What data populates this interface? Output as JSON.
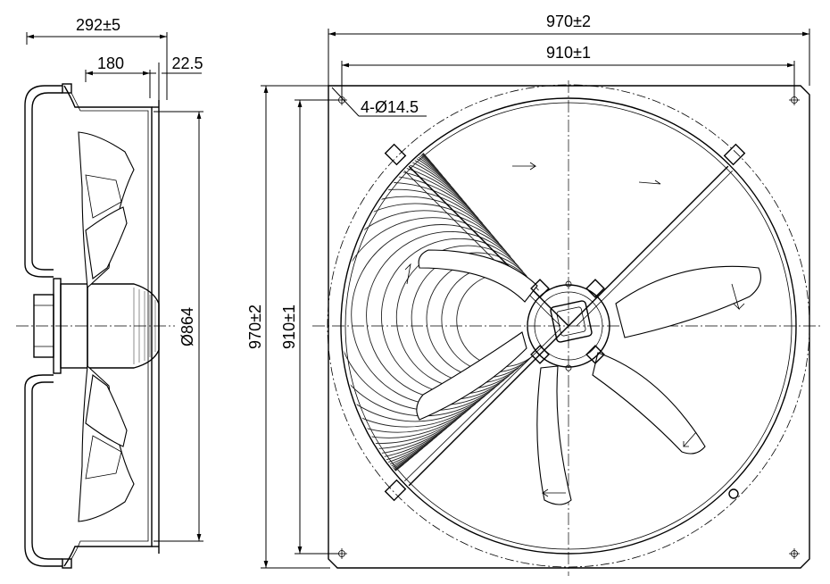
{
  "dimensions": {
    "side_overall_depth": "292±5",
    "side_mount_depth": "180",
    "side_flange_offset": "22.5",
    "side_ring_diameter": "Ø864",
    "front_overall_width": "970±2",
    "front_hole_spacing_width": "910±1",
    "mount_holes": "4-Ø14.5",
    "front_overall_height": "970±2",
    "front_hole_spacing_height": "910±1"
  },
  "colors": {
    "line": "#000000",
    "background": "#ffffff"
  }
}
